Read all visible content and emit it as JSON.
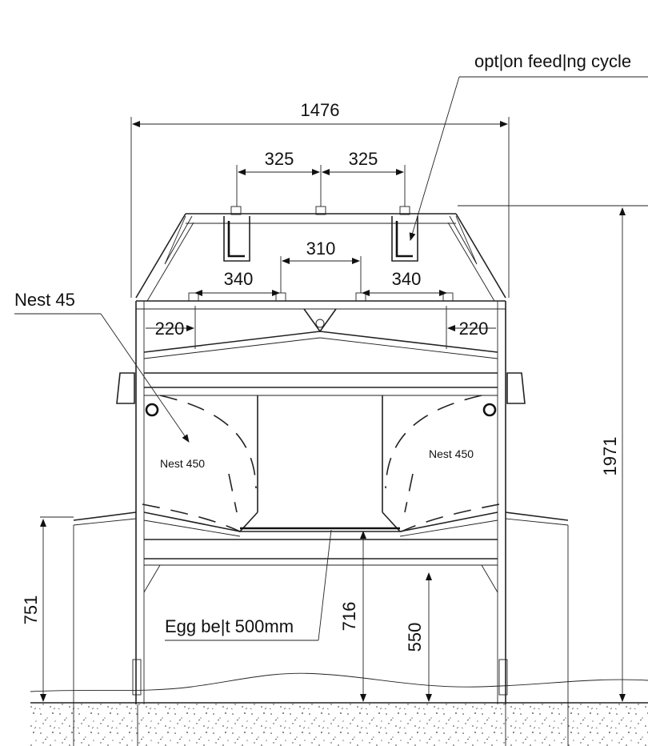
{
  "dimensions": {
    "overall_width": "1476",
    "left_spacing": "325",
    "right_spacing": "325",
    "center_spacing": "310",
    "left_trough": "340",
    "right_trough": "340",
    "left_slope": "220",
    "right_slope": "220",
    "total_height": "1971",
    "foot_height": "751",
    "belt_height": "716",
    "bottom_clearance": "550"
  },
  "labels": {
    "feeding_option": "opt|on feed|ng cycle",
    "nest_main": "Nest 45",
    "nest_left": "Nest 450",
    "nest_right": "Nest 450",
    "egg_belt": "Egg be|t 500mm"
  }
}
